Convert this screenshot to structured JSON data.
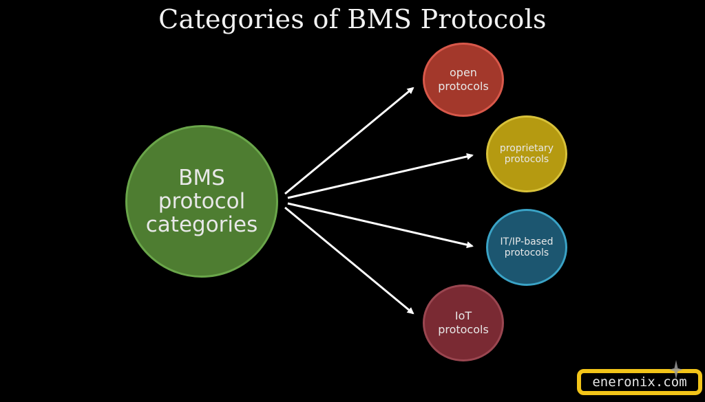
{
  "title": "Categories of BMS Protocols",
  "center_node": {
    "lines": [
      "BMS",
      "protocol",
      "categories"
    ],
    "color": "#4e7d31"
  },
  "categories": [
    {
      "lines": [
        "open",
        "protocols"
      ],
      "color": "#a3382b"
    },
    {
      "lines": [
        "proprietary",
        "protocols"
      ],
      "color": "#b59a11"
    },
    {
      "lines": [
        "IT/IP-based",
        "protocols"
      ],
      "color": "#1c5670"
    },
    {
      "lines": [
        "IoT",
        "protocols"
      ],
      "color": "#7a2a33"
    }
  ],
  "watermark": {
    "text": "eneronix.com",
    "accent": "#f2c419",
    "icon": "sparkle-icon"
  }
}
